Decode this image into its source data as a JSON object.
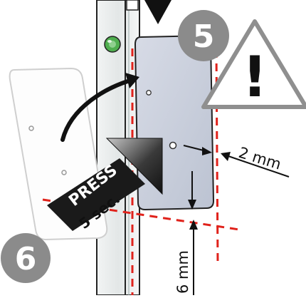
{
  "steps": {
    "step_a": "5",
    "step_b": "6"
  },
  "warning": {
    "symbol": "!"
  },
  "callouts": {
    "press_word": "PRESS",
    "press_duration": "5 sec."
  },
  "dimensions": {
    "gap_label": "2 mm",
    "height_label": "6 mm"
  },
  "colors": {
    "step_badge": "#8b8b8b",
    "guide_dash": "#e0221b",
    "plate_fill": "#c9cfdc",
    "level_body": "#e9ecec",
    "bubble": "#4fae4f"
  }
}
